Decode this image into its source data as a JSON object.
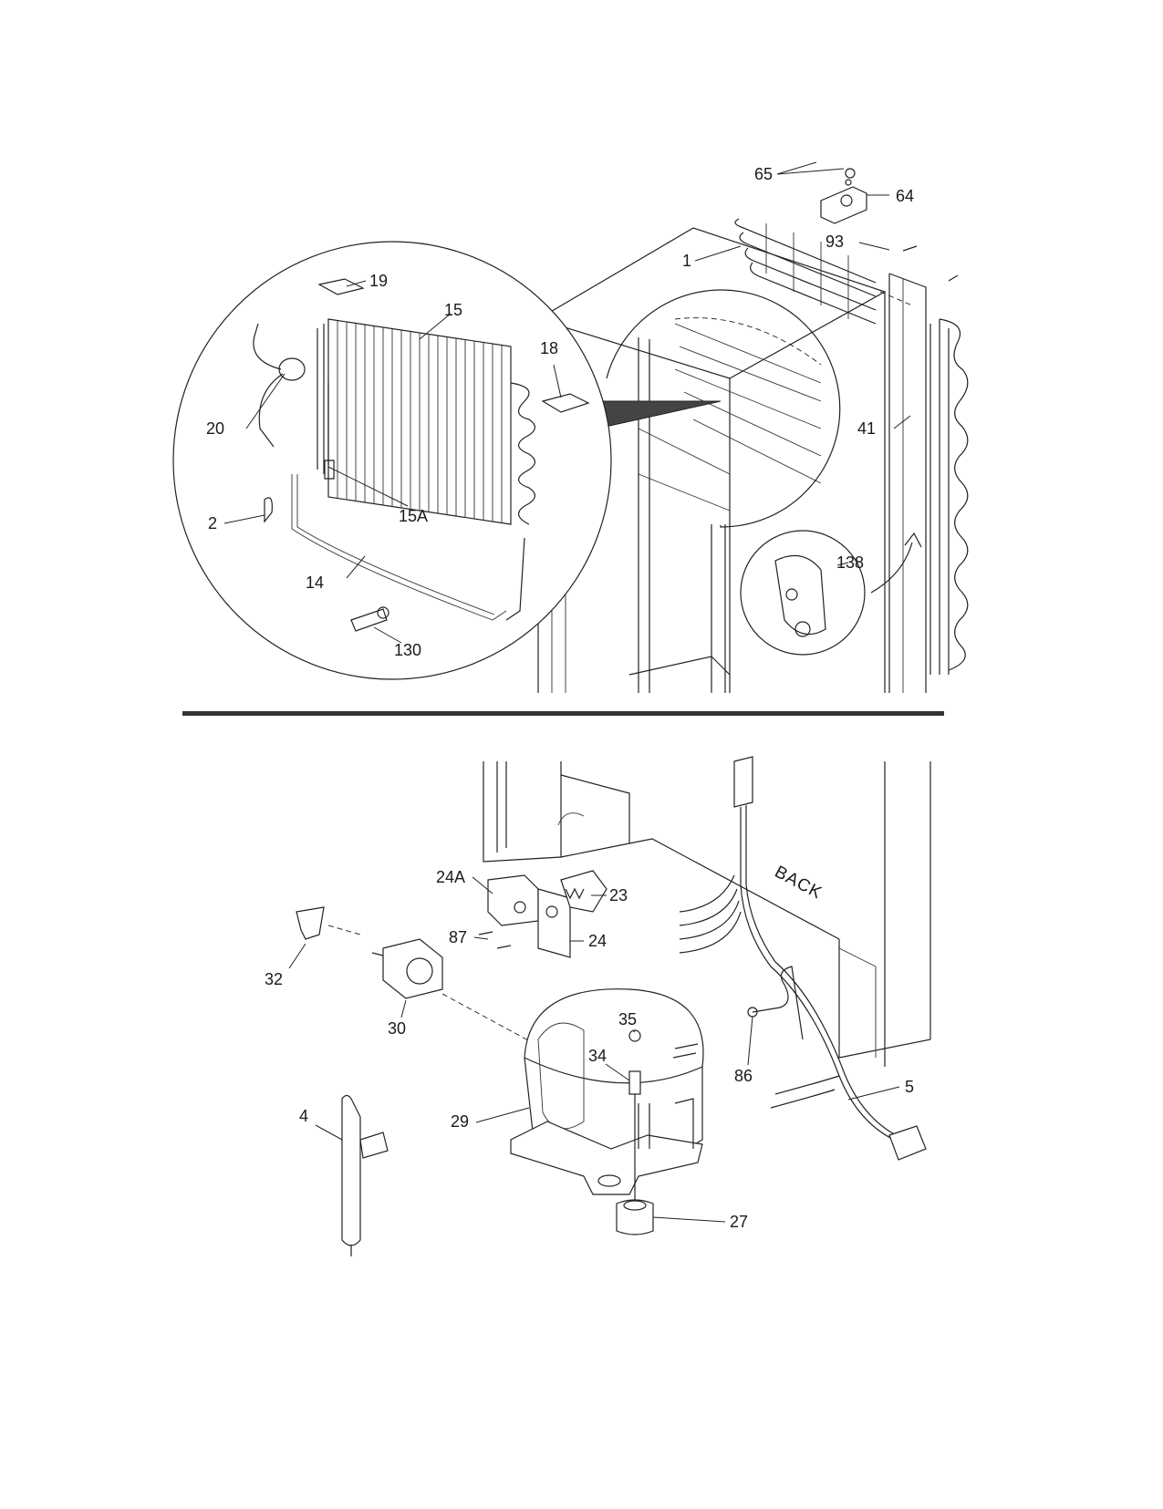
{
  "callouts": [
    {
      "id": "c65",
      "text": "65"
    },
    {
      "id": "c64",
      "text": "64"
    },
    {
      "id": "c93",
      "text": "93"
    },
    {
      "id": "c1",
      "text": "1"
    },
    {
      "id": "c19",
      "text": "19"
    },
    {
      "id": "c15",
      "text": "15"
    },
    {
      "id": "c18",
      "text": "18"
    },
    {
      "id": "c20",
      "text": "20"
    },
    {
      "id": "c15a",
      "text": "15A"
    },
    {
      "id": "c41",
      "text": "41"
    },
    {
      "id": "c2",
      "text": "2"
    },
    {
      "id": "c14",
      "text": "14"
    },
    {
      "id": "c138",
      "text": "138"
    },
    {
      "id": "c130",
      "text": "130"
    },
    {
      "id": "c24a",
      "text": "24A"
    },
    {
      "id": "c23",
      "text": "23"
    },
    {
      "id": "c87",
      "text": "87"
    },
    {
      "id": "c24",
      "text": "24"
    },
    {
      "id": "c32",
      "text": "32"
    },
    {
      "id": "c30",
      "text": "30"
    },
    {
      "id": "c35",
      "text": "35"
    },
    {
      "id": "c34",
      "text": "34"
    },
    {
      "id": "c86",
      "text": "86"
    },
    {
      "id": "c5",
      "text": "5"
    },
    {
      "id": "c29",
      "text": "29"
    },
    {
      "id": "c4",
      "text": "4"
    },
    {
      "id": "c27",
      "text": "27"
    }
  ],
  "labels": {
    "back": "BACK"
  }
}
